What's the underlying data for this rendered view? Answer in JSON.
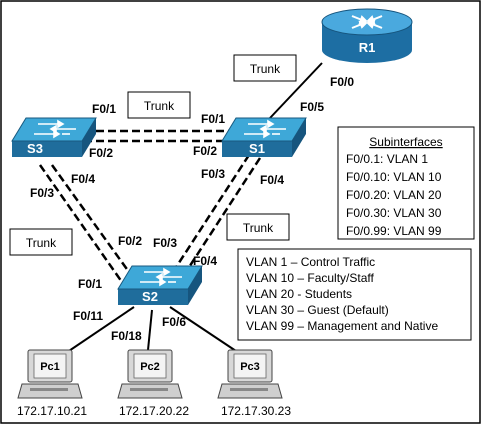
{
  "devices": {
    "r1": "R1",
    "s1": "S1",
    "s2": "S2",
    "s3": "S3",
    "pc1": "Pc1",
    "pc2": "Pc2",
    "pc3": "Pc3"
  },
  "interfaces": {
    "r1_f00": "F0/0",
    "s1_f05": "F0/5",
    "s1_f01": "F0/1",
    "s1_f02": "F0/2",
    "s1_f03": "F0/3",
    "s1_f04": "F0/4",
    "s3_f01": "F0/1",
    "s3_f02": "F0/2",
    "s3_f03": "F0/3",
    "s3_f04": "F0/4",
    "s2_f01": "F0/1",
    "s2_f02": "F0/2",
    "s2_f03": "F0/3",
    "s2_f04": "F0/4",
    "s2_f11": "F0/11",
    "s2_f18": "F0/18",
    "s2_f06": "F0/6"
  },
  "trunk_labels": {
    "r1_s1": "Trunk",
    "s3_s1": "Trunk",
    "s3_s2": "Trunk",
    "s1_s2": "Trunk"
  },
  "hosts": {
    "pc1_ip": "172.17.10.21",
    "pc2_ip": "172.17.20.22",
    "pc3_ip": "172.17.30.23"
  },
  "subinterfaces": {
    "title": "Subinterfaces",
    "lines": [
      "F0/0.1: VLAN 1",
      "F0/0.10: VLAN 10",
      "F0/0.20: VLAN 20",
      "F0/0.30: VLAN 30",
      "F0/0.99: VLAN 99"
    ]
  },
  "vlans": {
    "lines": [
      "VLAN 1 – Control Traffic",
      "VLAN 10 – Faculty/Staff",
      "VLAN 20 - Students",
      "VLAN 30 – Guest (Default)",
      "VLAN 99 – Management and Native"
    ]
  },
  "colors": {
    "switch_top": "#3ea8d8",
    "switch_side": "#1f6d9c",
    "router_top": "#4aa9de",
    "router_side": "#1d6ea3",
    "link": "#000000"
  },
  "icons": {
    "router": "router-icon",
    "switch": "switch-icon",
    "pc": "pc-icon"
  }
}
